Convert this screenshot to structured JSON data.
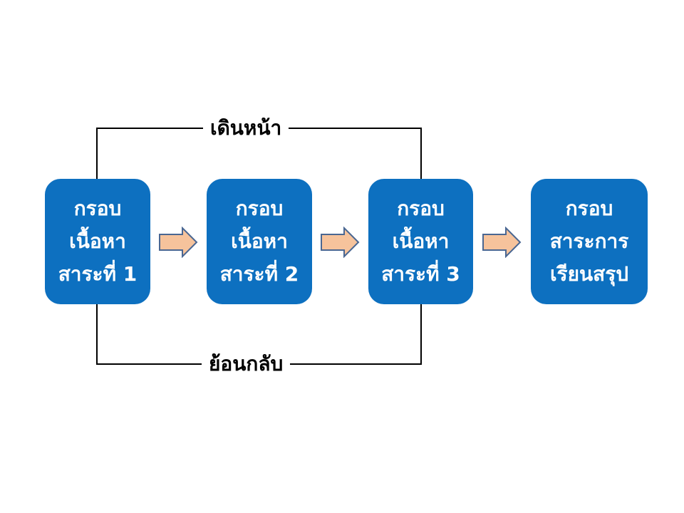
{
  "diagram": {
    "colors": {
      "box_fill": "#0d70c0",
      "box_text": "#ffffff",
      "arrow_fill": "#f6c39c",
      "arrow_stroke": "#4a6792",
      "line": "#000000"
    },
    "forward_label": "เดินหน้า",
    "back_label": "ย้อนกลับ",
    "boxes": [
      {
        "lines": [
          "กรอบ",
          "เนื้อหา",
          "สาระที่ 1"
        ]
      },
      {
        "lines": [
          "กรอบ",
          "เนื้อหา",
          "สาระที่ 2"
        ]
      },
      {
        "lines": [
          "กรอบ",
          "เนื้อหา",
          "สาระที่ 3"
        ]
      },
      {
        "lines": [
          "กรอบ",
          "สาระการ",
          "เรียนสรุป"
        ]
      }
    ]
  }
}
